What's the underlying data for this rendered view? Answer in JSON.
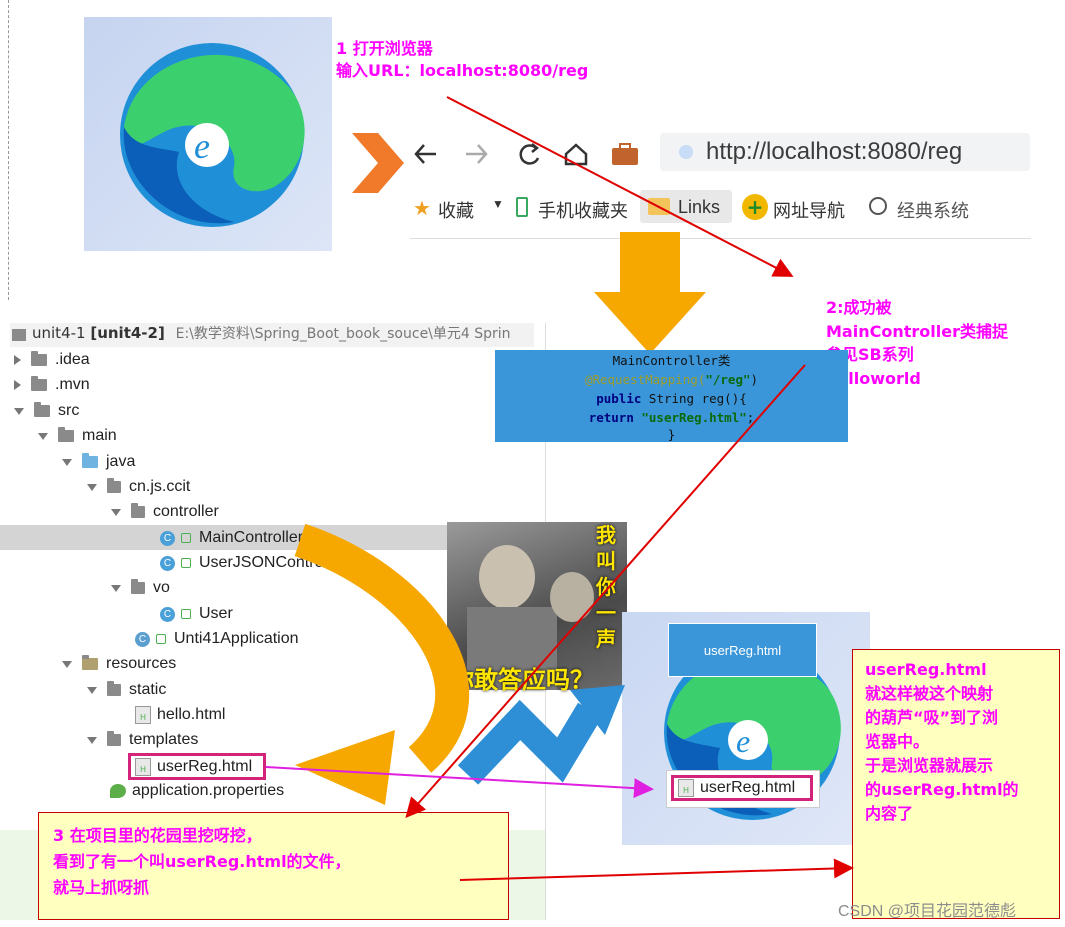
{
  "step1": {
    "line1": "1 打开浏览器",
    "line2": "输入URL：localhost:8080/reg"
  },
  "browser": {
    "url": "http://localhost:8080/reg",
    "bookmarks": [
      "收藏",
      "手机收藏夹",
      "Links",
      "网址导航",
      "经典系统"
    ]
  },
  "step2": {
    "lines": [
      "2:成功被",
      "MainController类捕捉",
      "参见SB系列",
      "helloworld"
    ]
  },
  "code": {
    "line1": "MainController类",
    "line2_annotation": "@RequestMapping(",
    "line2_string": "\"/reg\"",
    "line2_end": ")",
    "line3_kw": "public",
    "line3_rest": " String reg(){",
    "line4_kw": "return",
    "line4_string": " \"userReg.html\"",
    "line4_end": ";",
    "line5": "}"
  },
  "tree": {
    "project": "unit4-1",
    "module": "[unit4-2]",
    "path": "E:\\教学资料\\Spring_Boot_book_souce\\单元4 Sprin",
    "items": {
      "idea": ".idea",
      "mvn": ".mvn",
      "src": "src",
      "main": "main",
      "java": "java",
      "pkg": "cn.js.ccit",
      "controller": "controller",
      "main_controller": "MainController",
      "user_json": "UserJSONController",
      "vo": "vo",
      "user": "User",
      "app": "Unti41Application",
      "resources": "resources",
      "static": "static",
      "hello": "hello.html",
      "templates": "templates",
      "user_reg": "userReg.html",
      "props": "application.properties"
    }
  },
  "meme": {
    "vertical": [
      "我",
      "叫",
      "你",
      "一",
      "声"
    ],
    "bottom": "你敢答应吗？"
  },
  "edge_box": {
    "label": "userReg.html",
    "file": "userReg.html"
  },
  "note_right": {
    "title": "userReg.html",
    "lines": [
      "就这样被这个映射",
      "的葫芦“吸”到了浏",
      "览器中。",
      "于是浏览器就展示",
      "的userReg.html的",
      "内容了"
    ]
  },
  "note_left": {
    "lines": [
      "3 在项目里的花园里挖呀挖，",
      "看到了有一个叫userReg.html的文件，",
      "就马上抓呀抓"
    ]
  },
  "watermark": "CSDN @项目花园范德彪",
  "colors": {
    "annotation": "#ff00ff",
    "arrow_red": "#e00000",
    "arrow_orange": "#f6a800",
    "arrow_blue": "#2e8fd6",
    "code_bg": "#3a96d8",
    "note_bg": "#ffffc0"
  }
}
